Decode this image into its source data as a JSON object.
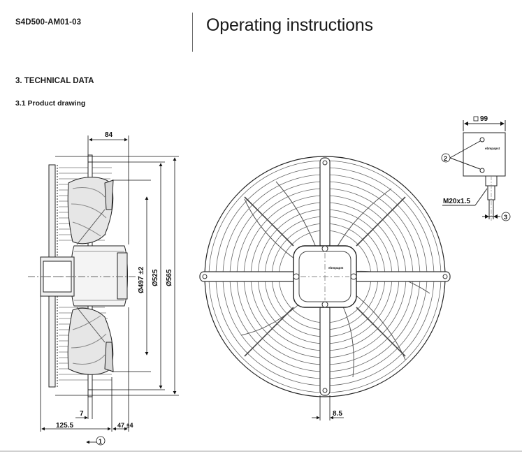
{
  "header": {
    "doc_code": "S4D500-AM01-03",
    "title": "Operating instructions"
  },
  "section": {
    "title": "3. TECHNICAL DATA",
    "subsection": "3.1 Product drawing"
  },
  "drawing": {
    "side_view": {
      "dim_top": "84",
      "dim_d497": "Ø497 ±2",
      "dim_d525": "Ø525",
      "dim_d565": "Ø565",
      "dim_7": "7",
      "dim_125_5": "125.5",
      "dim_47": "47 ±4",
      "callout_1": "1"
    },
    "front_view": {
      "dim_8_5": "8.5",
      "brand_label": "ebmpapst"
    },
    "terminal_box": {
      "dim_99": "99",
      "callout_2": "2",
      "callout_3": "3",
      "thread": "M20x1.5",
      "brand_label": "ebmpapst"
    }
  }
}
